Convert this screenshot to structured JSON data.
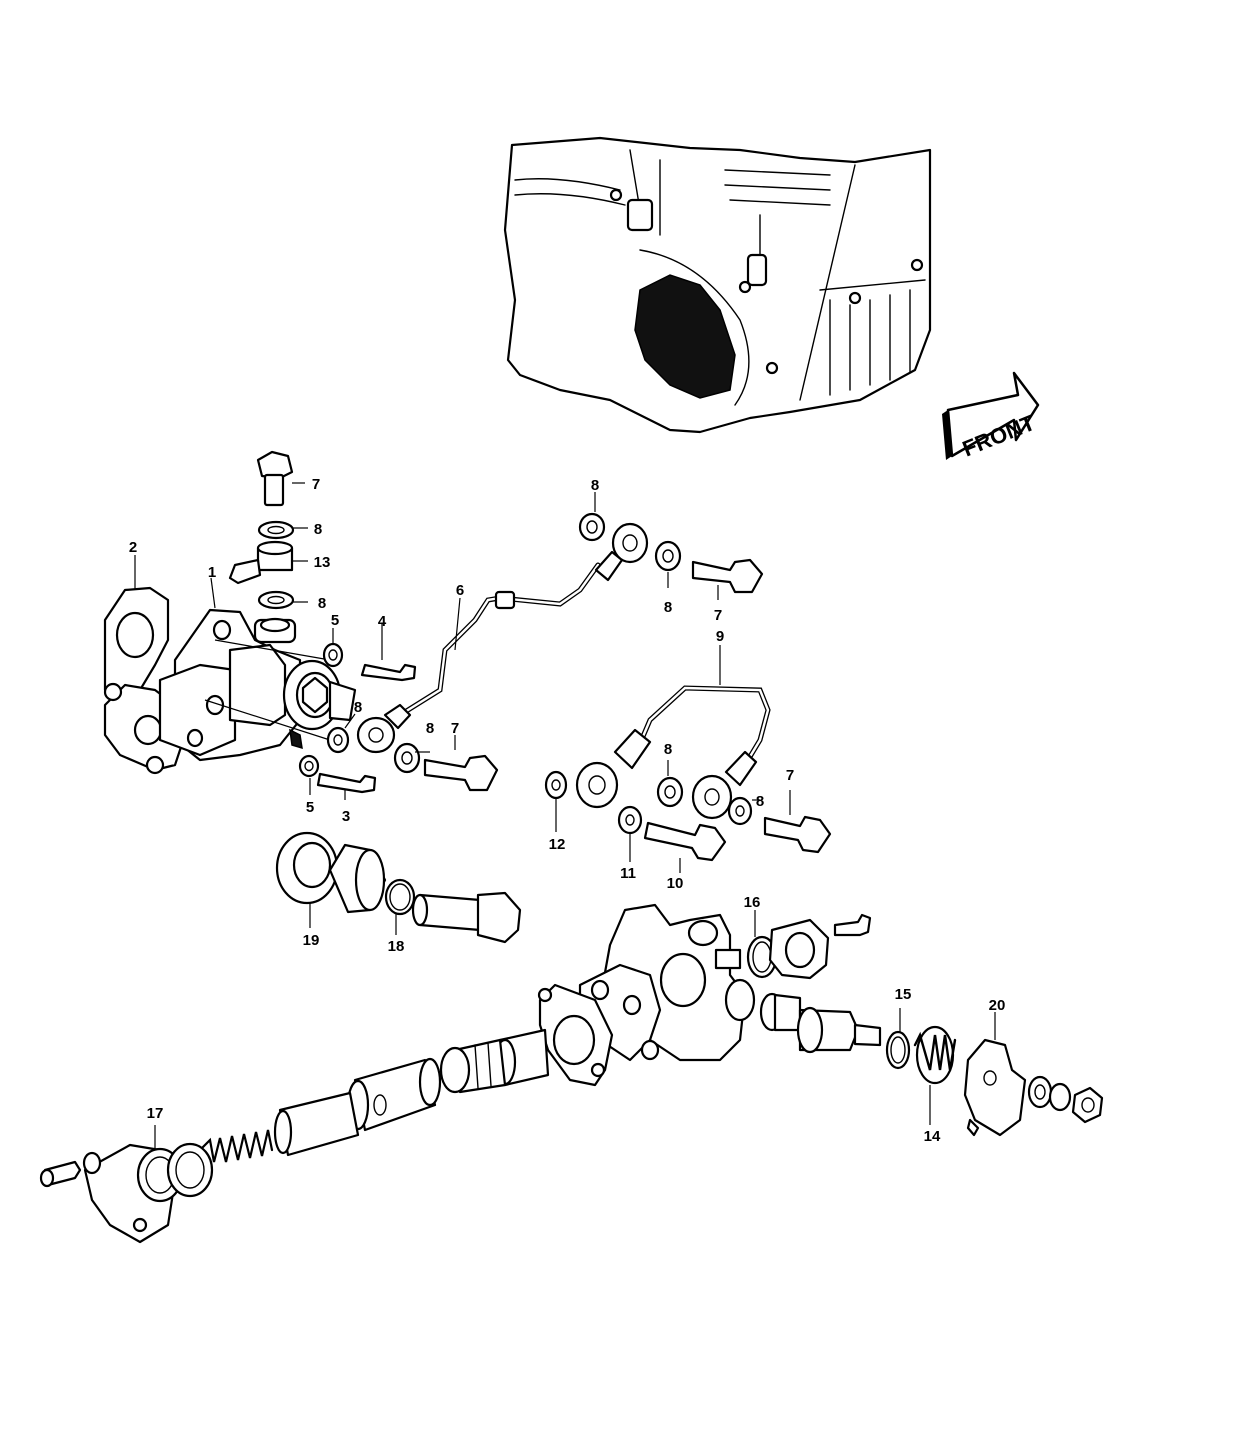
{
  "diagram": {
    "direction_badge": "FRONT",
    "callouts": [
      {
        "id": "c1",
        "text": "1"
      },
      {
        "id": "c2",
        "text": "2"
      },
      {
        "id": "c3",
        "text": "3"
      },
      {
        "id": "c4",
        "text": "4"
      },
      {
        "id": "c5a",
        "text": "5"
      },
      {
        "id": "c5b",
        "text": "5"
      },
      {
        "id": "c6",
        "text": "6"
      },
      {
        "id": "c7a",
        "text": "7"
      },
      {
        "id": "c7b",
        "text": "7"
      },
      {
        "id": "c7c",
        "text": "7"
      },
      {
        "id": "c7d",
        "text": "7"
      },
      {
        "id": "c8a",
        "text": "8"
      },
      {
        "id": "c8b",
        "text": "8"
      },
      {
        "id": "c8c",
        "text": "8"
      },
      {
        "id": "c8d",
        "text": "8"
      },
      {
        "id": "c8e",
        "text": "8"
      },
      {
        "id": "c8f",
        "text": "8"
      },
      {
        "id": "c8g",
        "text": "8"
      },
      {
        "id": "c8h",
        "text": "8"
      },
      {
        "id": "c9",
        "text": "9"
      },
      {
        "id": "c10",
        "text": "10"
      },
      {
        "id": "c11",
        "text": "11"
      },
      {
        "id": "c12",
        "text": "12"
      },
      {
        "id": "c13",
        "text": "13"
      },
      {
        "id": "c14",
        "text": "14"
      },
      {
        "id": "c15",
        "text": "15"
      },
      {
        "id": "c16",
        "text": "16"
      },
      {
        "id": "c17",
        "text": "17"
      },
      {
        "id": "c18",
        "text": "18"
      },
      {
        "id": "c19",
        "text": "19"
      },
      {
        "id": "c20",
        "text": "20"
      }
    ]
  }
}
